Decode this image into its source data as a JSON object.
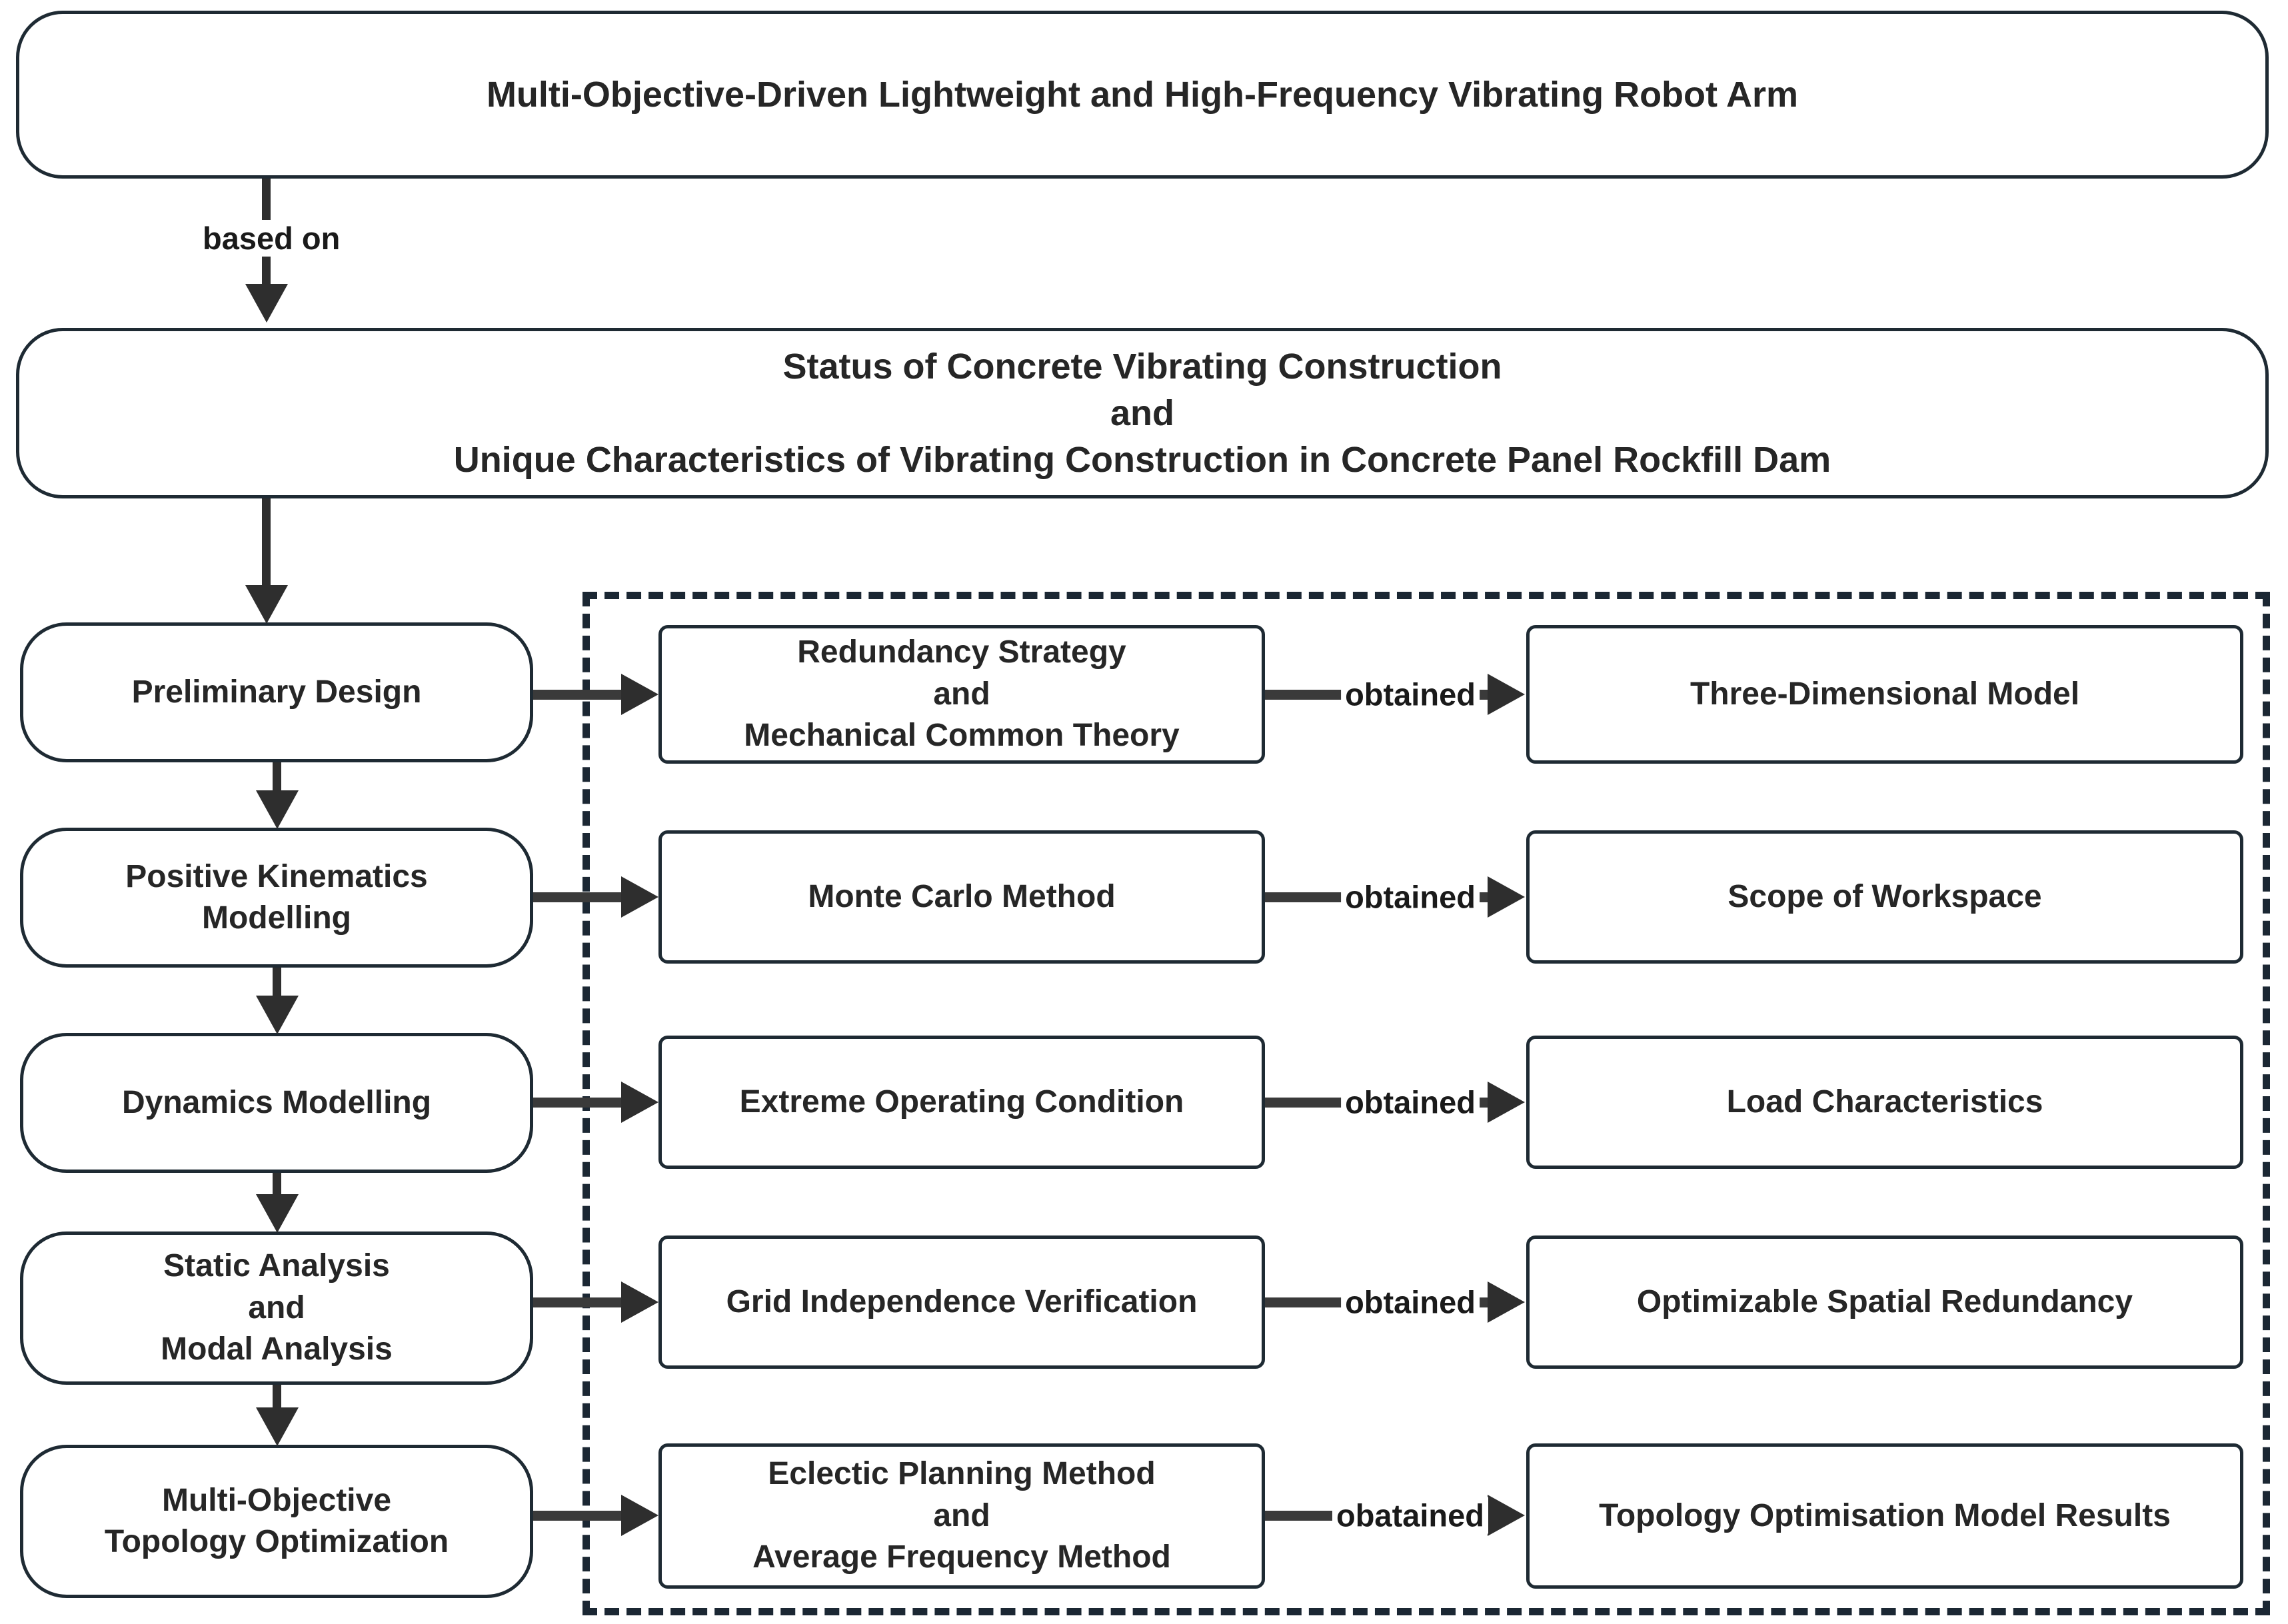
{
  "diagram": {
    "title_box": {
      "label": "Multi-Objective-Driven Lightweight and High-Frequency Vibrating Robot Arm"
    },
    "status_box": {
      "label": "Status of Concrete Vibrating Construction\nand\nUnique Characteristics of Vibrating Construction in Concrete Panel Rockfill Dam"
    },
    "edges": {
      "based_on": "based on"
    },
    "stages": [
      {
        "label": "Preliminary Design"
      },
      {
        "label": "Positive Kinematics\nModelling"
      },
      {
        "label": "Dynamics Modelling"
      },
      {
        "label": "Static Analysis\nand\nModal Analysis"
      },
      {
        "label": "Multi-Objective\nTopology Optimization"
      }
    ],
    "methods": [
      {
        "label": "Redundancy Strategy\nand\nMechanical Common Theory"
      },
      {
        "label": "Monte Carlo Method"
      },
      {
        "label": "Extreme Operating Condition"
      },
      {
        "label": "Grid Independence Verification"
      },
      {
        "label": "Eclectic Planning Method\nand\nAverage Frequency Method"
      }
    ],
    "results": [
      {
        "label": "Three-Dimensional Model"
      },
      {
        "label": "Scope of Workspace"
      },
      {
        "label": "Load Characteristics"
      },
      {
        "label": "Optimizable Spatial Redundancy"
      },
      {
        "label": "Topology Optimisation Model Results"
      }
    ],
    "obtained_labels": [
      "obtained",
      "obtained",
      "obtained",
      "obtained",
      "obatained"
    ],
    "colors": {
      "box_border": "#1e2a33",
      "connector": "#2e2e2e",
      "dashed_border": "#1b2733",
      "text": "#262626",
      "background": "#ffffff"
    }
  }
}
